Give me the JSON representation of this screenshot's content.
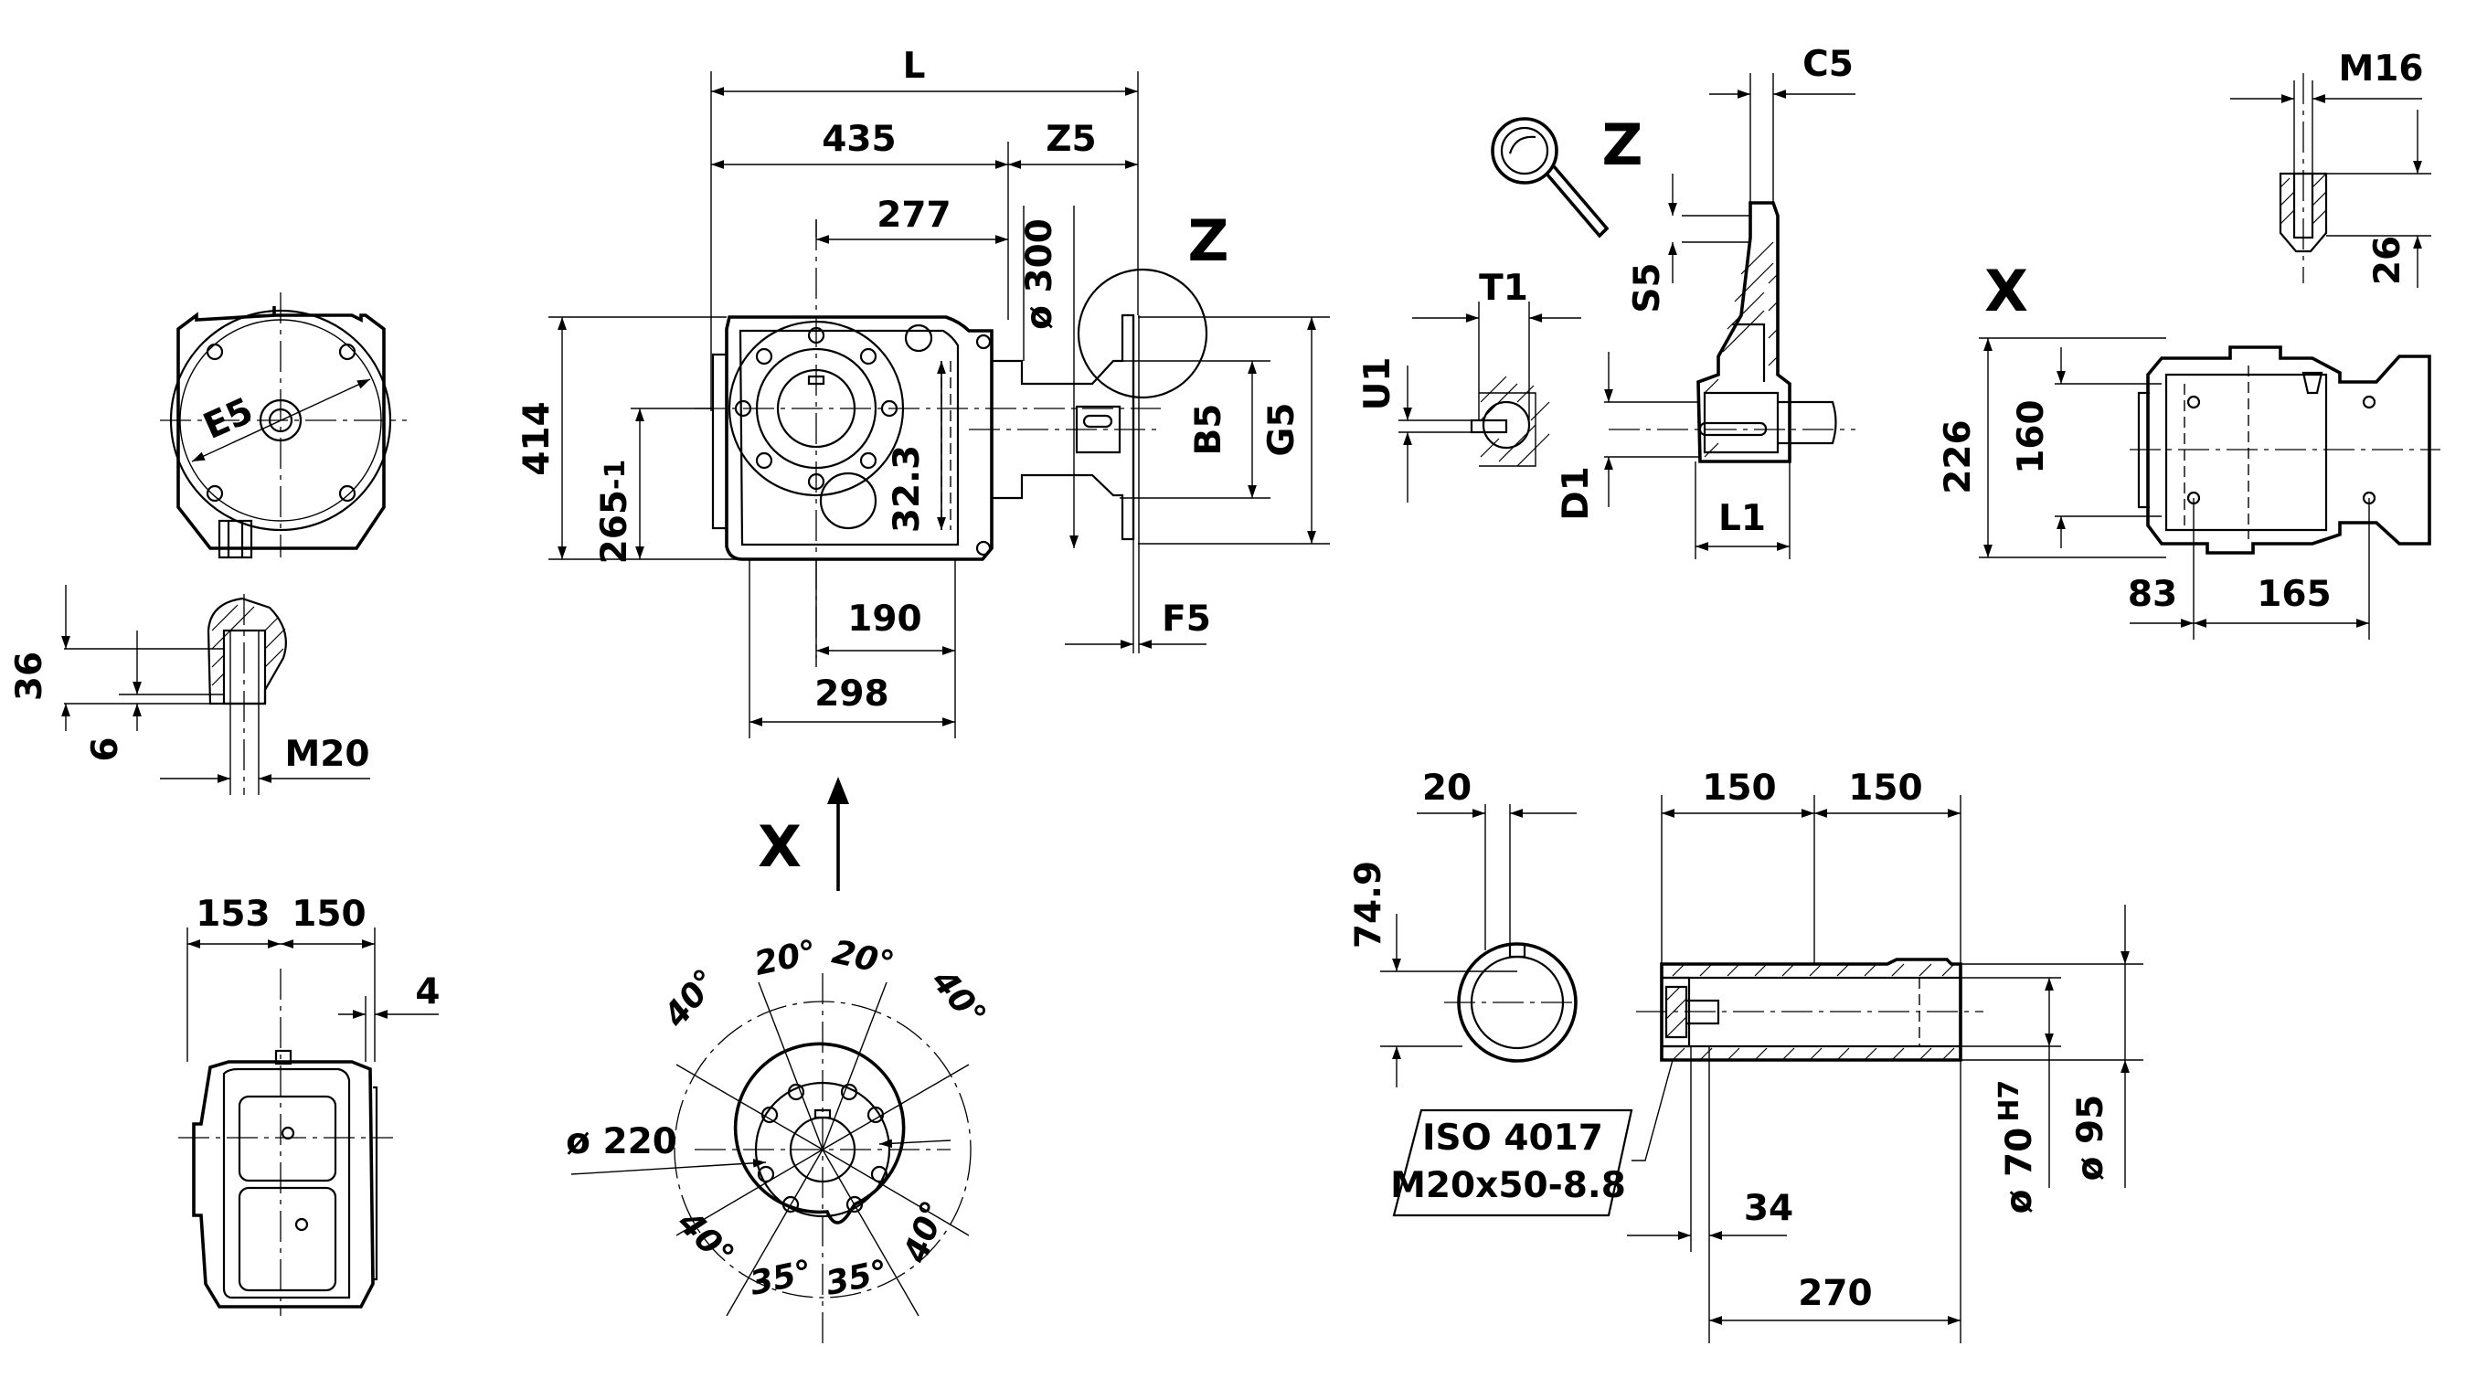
{
  "views": {
    "main": {
      "L": "L",
      "d435": "435",
      "Z5": "Z5",
      "d277": "277",
      "o300": "ø 300",
      "d414": "414",
      "d265": "265",
      "d265_tol": "-1",
      "d32_3": "32.3",
      "B5": "B5",
      "G5": "G5",
      "d190": "190",
      "d298": "298",
      "F5": "F5",
      "Zview": "Z"
    },
    "left_top": {
      "E5": "E5"
    },
    "left_detail": {
      "d36": "36",
      "d6": "6",
      "M20": "M20"
    },
    "bottom_left": {
      "d153": "153",
      "d150": "150",
      "d4": "4"
    },
    "arrow_view": {
      "X": "X"
    },
    "flange_pattern": {
      "o220": "ø 220",
      "a40_tl": "40°",
      "a20_l": "20°",
      "a20_r": "20°",
      "a40_tr": "40°",
      "a40_bl": "40°",
      "a35_l": "35°",
      "a35_r": "35°",
      "a40_br": "40°"
    },
    "z_view": {
      "Z": "Z",
      "C5": "C5",
      "S5": "S5",
      "T1": "T1",
      "U1": "U1",
      "D1": "D1",
      "L1": "L1"
    },
    "x_view": {
      "X": "X",
      "M16": "M16",
      "d26": "26",
      "d226": "226",
      "d160": "160",
      "d83": "83",
      "d165": "165"
    },
    "hollow_shaft": {
      "d20": "20",
      "d74_9": "74.9",
      "d150a": "150",
      "d150b": "150",
      "o70": "ø 70",
      "o70_fit": "H7",
      "o95": "ø 95",
      "d34": "34",
      "d270": "270",
      "iso_line1": "ISO 4017",
      "iso_line2": "M20x50-8.8"
    }
  },
  "colors": {
    "ink": "#000000",
    "paper": "#ffffff"
  }
}
